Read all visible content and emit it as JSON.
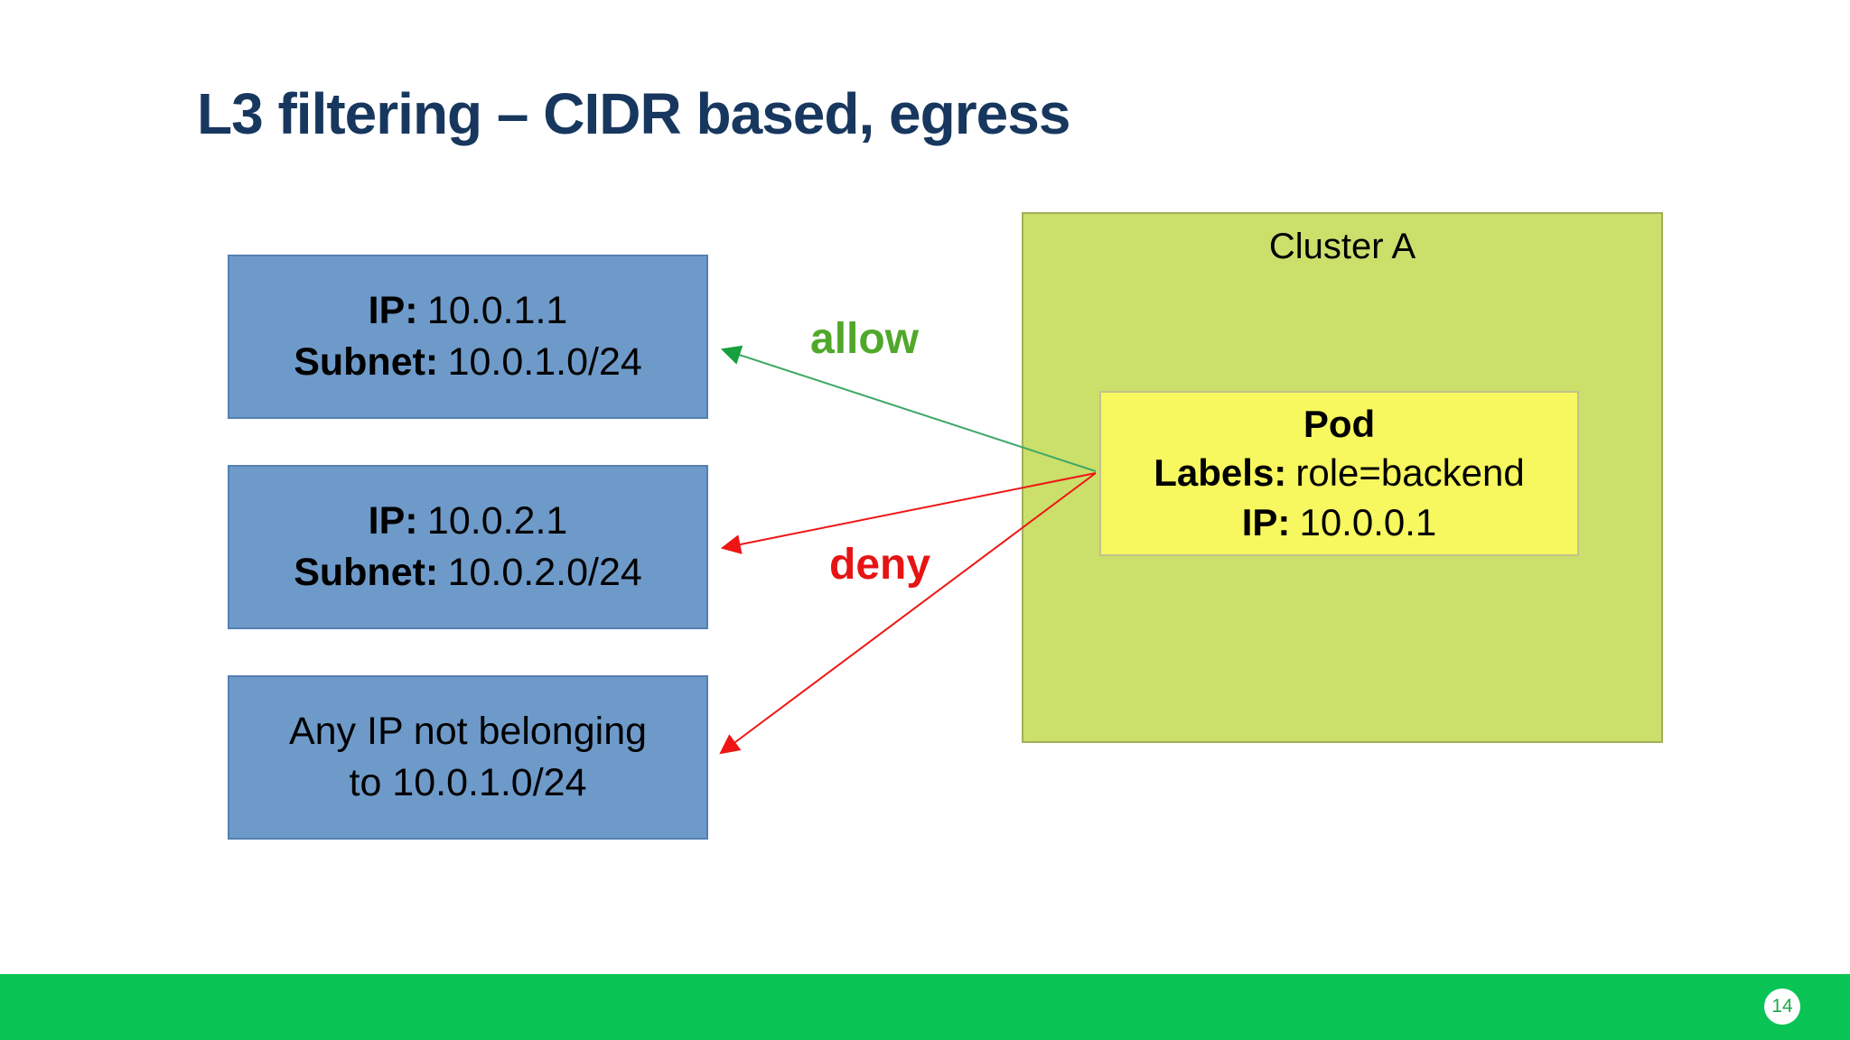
{
  "slide": {
    "title": "L3 filtering – CIDR based, egress",
    "page_number": "14"
  },
  "endpoints": [
    {
      "label": "IP:",
      "value": "10.0.1.1",
      "label2": "Subnet:",
      "value2": "10.0.1.0/24"
    },
    {
      "label": "IP:",
      "value": "10.0.2.1",
      "label2": "Subnet:",
      "value2": "10.0.2.0/24"
    },
    {
      "line1": "Any IP not belonging",
      "line2": "to 10.0.1.0/24"
    }
  ],
  "cluster": {
    "title": "Cluster A",
    "pod": {
      "name": "Pod",
      "labels_key": "Labels:",
      "labels_value": "role=backend",
      "ip_key": "IP:",
      "ip_value": "10.0.0.1"
    }
  },
  "policies": {
    "allow": "allow",
    "deny": "deny"
  },
  "colors": {
    "title": "#17375E",
    "box_fill": "#6E9AC9",
    "box_border": "#5580B3",
    "cluster_fill": "#CBDF6B",
    "cluster_border": "#A2AF57",
    "pod_fill": "#F7F75F",
    "pod_border": "#C2C28D",
    "allow": "#50A82A",
    "allow_line": "#3FA865",
    "allow_head": "#17A03E",
    "deny": "#E61414",
    "deny_line": "#EF1515",
    "footer": "#0AC355",
    "page_number": "#1FA84C"
  }
}
